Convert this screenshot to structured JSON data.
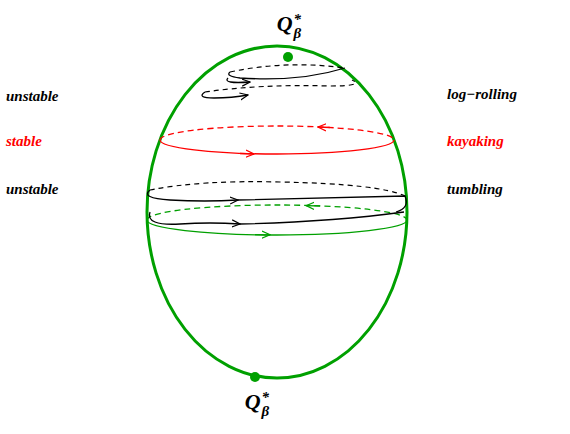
{
  "diagram": {
    "labels": [
      "Q*β",
      "unstable",
      "log−rolling",
      "stable",
      "kayaking",
      "unstable",
      "tumbling",
      "Q*β"
    ]
  }
}
